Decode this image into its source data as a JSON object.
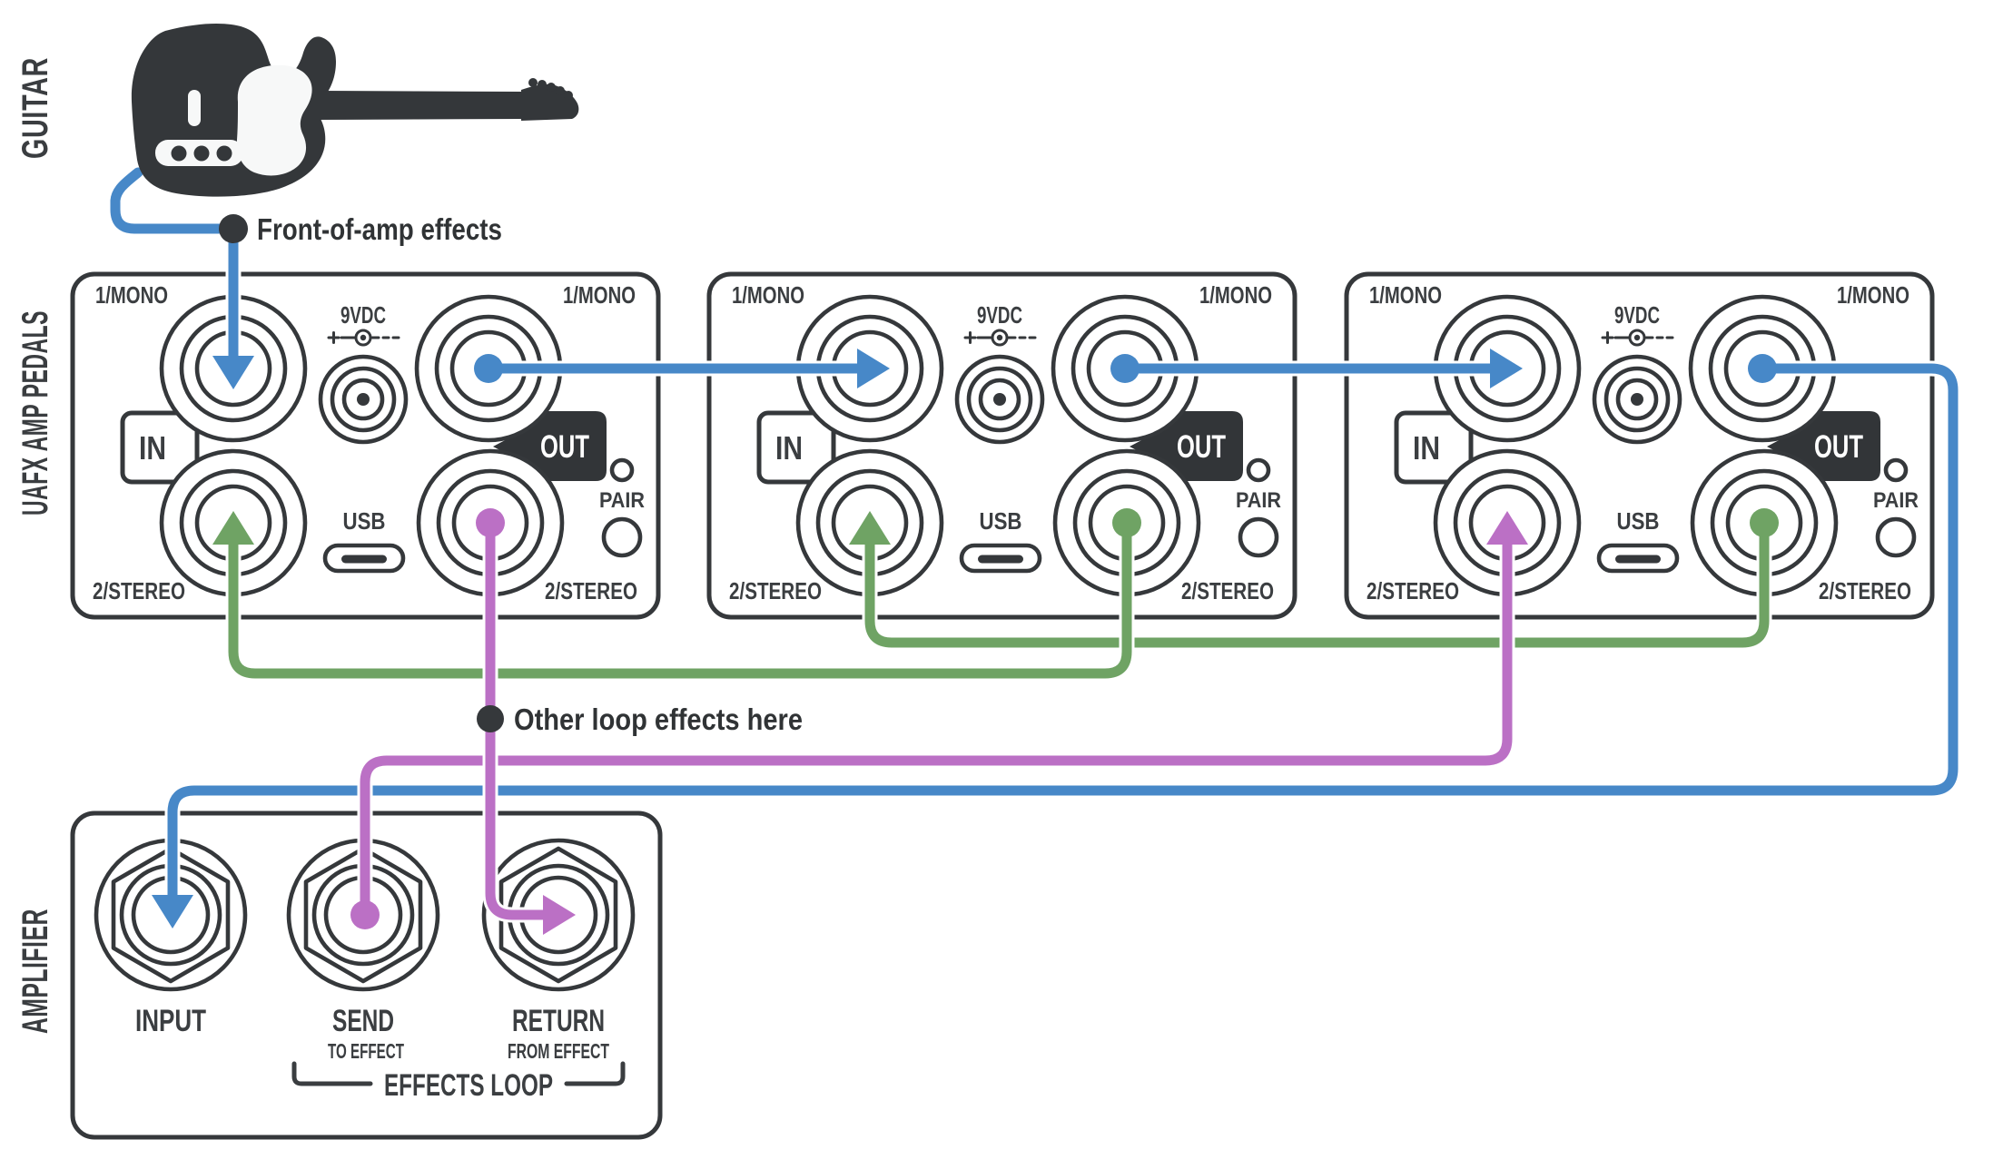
{
  "colors": {
    "blue": "#4788C8",
    "green": "#6FA364",
    "purple": "#BB70C5",
    "ink": "#34373A"
  },
  "side_labels": {
    "guitar": "GUITAR",
    "pedals": "UAFX AMP PEDALS",
    "amplifier": "AMPLIFIER"
  },
  "callouts": {
    "front_of_amp": "Front-of-amp effects",
    "other_loop": "Other loop effects here"
  },
  "pedal": {
    "jack_top_left": "1/MONO",
    "jack_top_right": "1/MONO",
    "jack_bottom_left": "2/STEREO",
    "jack_bottom_right": "2/STEREO",
    "power": "9VDC",
    "input_badge": "IN",
    "output_badge": "OUT",
    "usb": "USB",
    "pair": "PAIR"
  },
  "amp": {
    "input": "INPUT",
    "send": "SEND",
    "send_sub": "TO EFFECT",
    "return": "RETURN",
    "return_sub": "FROM EFFECT",
    "effects_loop": "EFFECTS LOOP"
  }
}
